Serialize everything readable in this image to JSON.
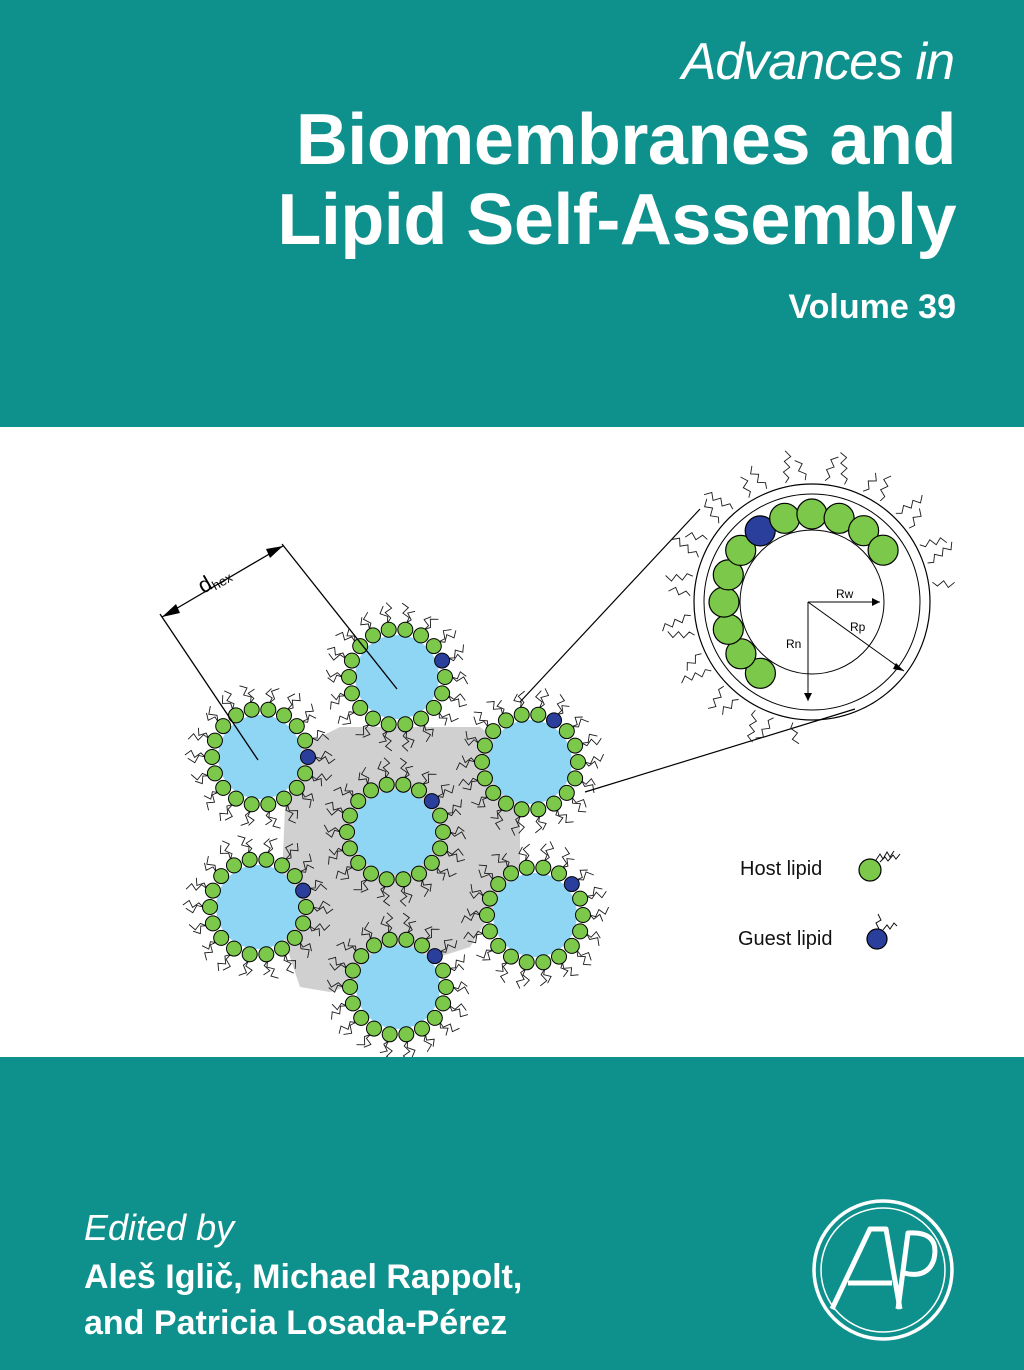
{
  "cover": {
    "series": "Advances in",
    "title_line1": "Biomembranes and",
    "title_line2": "Lipid Self-Assembly",
    "volume": "Volume 39"
  },
  "figure": {
    "dhex_main": "d",
    "dhex_sub": "hex",
    "rw_label": "Rw",
    "rp_label": "Rp",
    "rn_label": "Rn",
    "legend_host": "Host lipid",
    "legend_guest": "Guest lipid",
    "colors": {
      "host": "#7cc84a",
      "guest": "#2a3f9c",
      "water": "#8fd6f5",
      "shade": "#c8c8c8"
    }
  },
  "editors": {
    "edited_by": "Edited by",
    "line1": "Aleš Iglič, Michael Rappolt,",
    "line2": "and Patricia Losada-Pérez"
  },
  "publisher": {
    "logo": "AP"
  },
  "colors": {
    "brand_teal": "#0e918c"
  }
}
